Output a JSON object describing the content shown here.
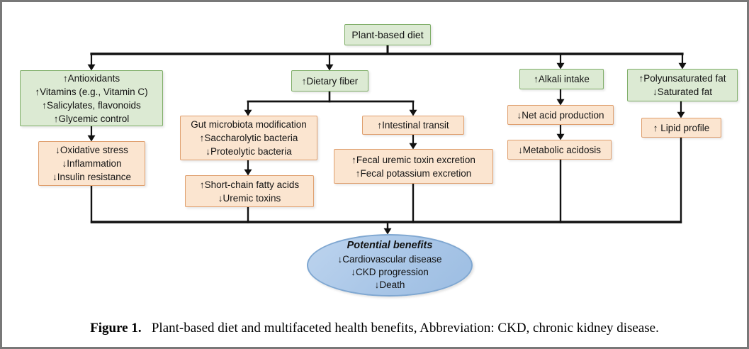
{
  "palette": {
    "green_fill": "#dcead3",
    "green_border": "#7fae68",
    "orange_fill": "#fbe5d0",
    "orange_border": "#df9f6e",
    "blue_fill": "#a9c6e7",
    "blue_border": "#7fa7d1",
    "line_color": "#111111"
  },
  "root": {
    "label": "Plant-based diet"
  },
  "boxes": {
    "antioxidants": {
      "lines": [
        "↑Antioxidants",
        "↑Vitamins (e.g., Vitamin C)",
        "↑Salicylates, flavonoids",
        "↑Glycemic control"
      ]
    },
    "oxidative_stress": {
      "lines": [
        "↓Oxidative stress",
        "↓Inflammation",
        "↓Insulin resistance"
      ]
    },
    "dietary_fiber": {
      "lines": [
        "↑Dietary fiber"
      ]
    },
    "gut_microbiota": {
      "lines": [
        "Gut microbiota modification",
        "↑Saccharolytic bacteria",
        "↓Proteolytic bacteria"
      ]
    },
    "short_chain": {
      "lines": [
        "↑Short-chain fatty acids",
        "↓Uremic toxins"
      ]
    },
    "intestinal_transit": {
      "lines": [
        "↑Intestinal transit"
      ]
    },
    "fecal_excretion": {
      "lines": [
        "↑Fecal uremic toxin excretion",
        "↑Fecal potassium excretion"
      ]
    },
    "alkali_intake": {
      "lines": [
        "↑Alkali intake"
      ]
    },
    "net_acid": {
      "lines": [
        "↓Net acid production"
      ]
    },
    "metabolic_acidosis": {
      "lines": [
        "↓Metabolic acidosis"
      ]
    },
    "polyunsaturated": {
      "lines": [
        "↑Polyunsaturated fat",
        "↓Saturated fat"
      ]
    },
    "lipid_profile": {
      "lines": [
        "↑ Lipid profile"
      ]
    }
  },
  "benefits": {
    "title": "Potential benefits",
    "lines": [
      "↓Cardiovascular disease",
      "↓CKD progression",
      "↓Death"
    ]
  },
  "caption": {
    "label": "Figure 1.",
    "text": "Plant-based diet and multifaceted health benefits, Abbreviation: CKD, chronic kidney disease."
  }
}
